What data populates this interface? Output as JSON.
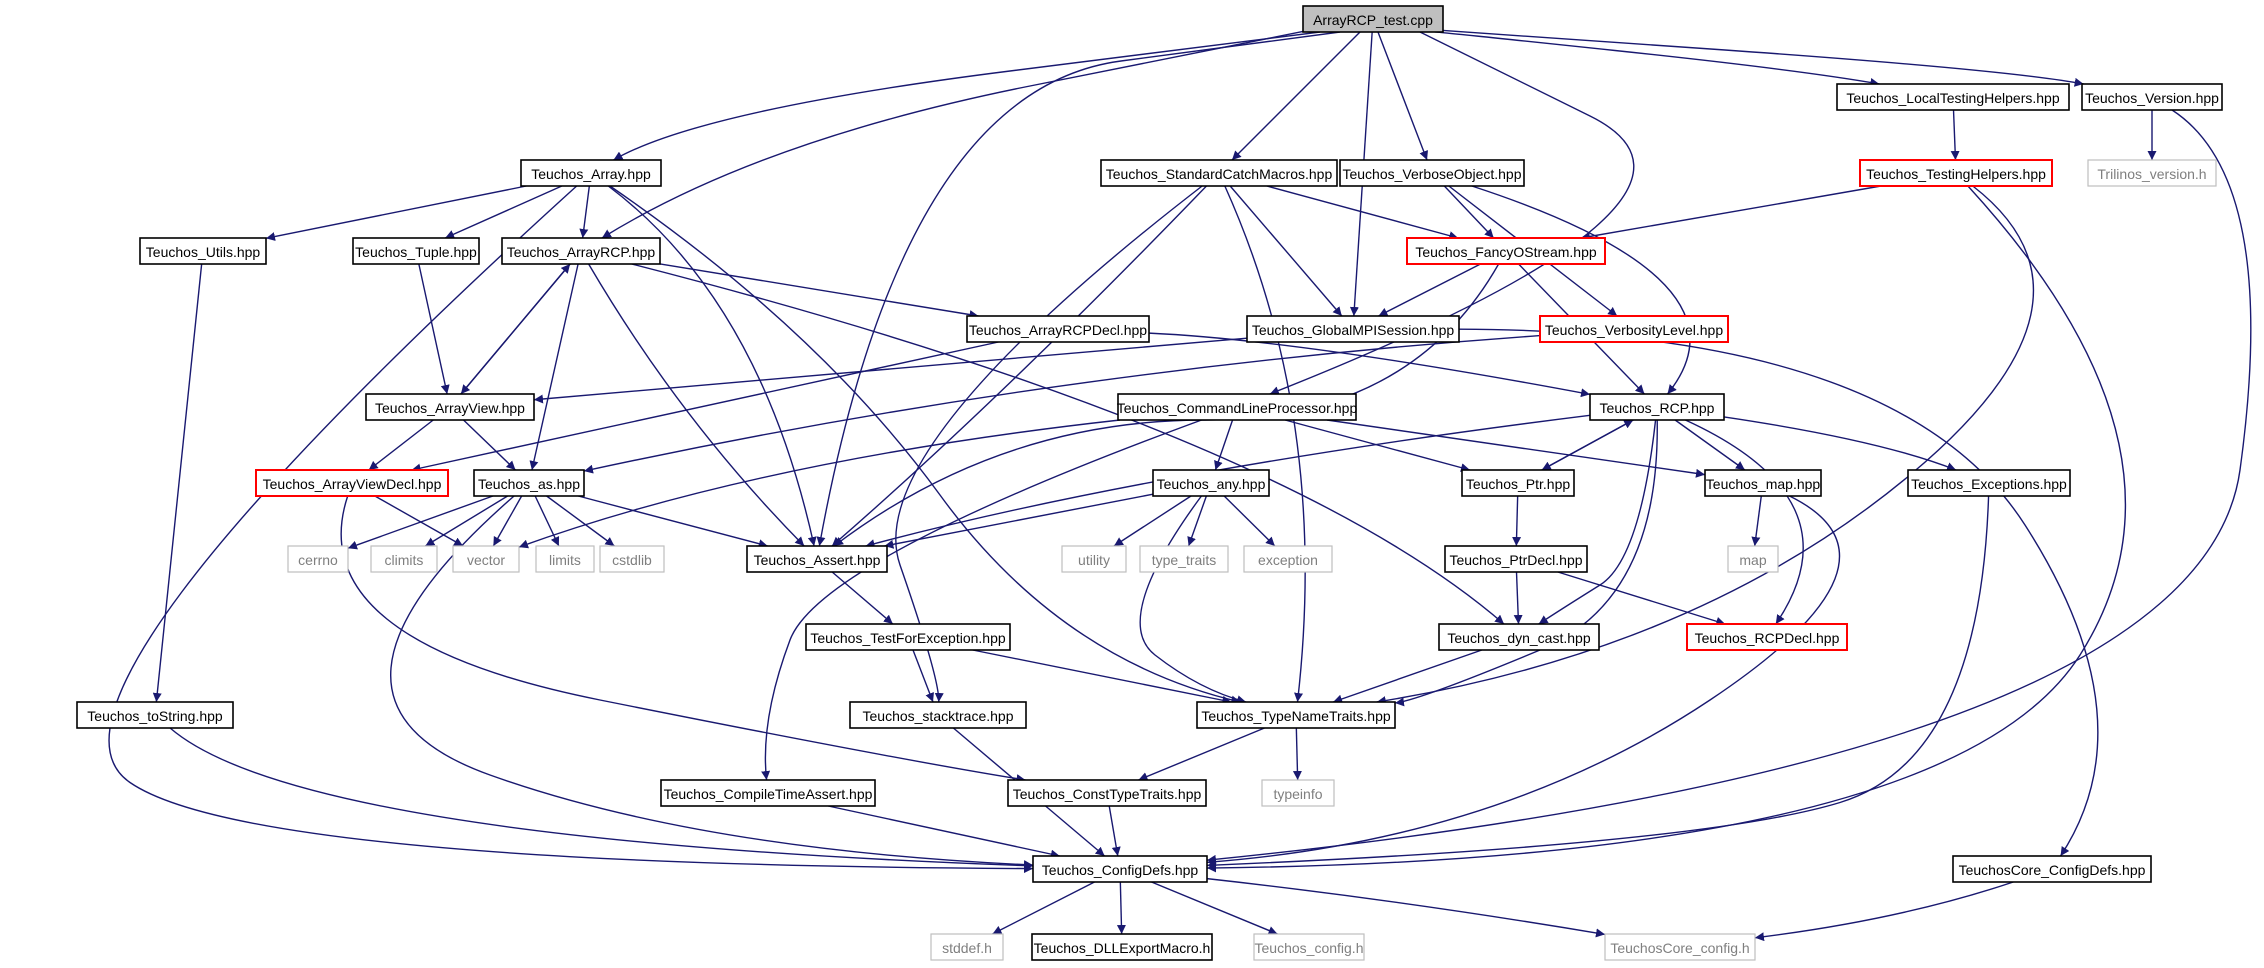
{
  "graph": {
    "title": "ArrayRCP_test.cpp",
    "colors": {
      "edge": "#191970",
      "node_border": "#000000",
      "truncated_border": "#ff0000",
      "system_border": "#bfbfbf",
      "system_text": "#7f7f7f",
      "root_fill": "#bfbfbf"
    },
    "nodes": [
      {
        "id": "root",
        "label": "ArrayRCP_test.cpp",
        "kind": "root"
      },
      {
        "id": "array",
        "label": "Teuchos_Array.hpp",
        "kind": "normal"
      },
      {
        "id": "scm",
        "label": "Teuchos_StandardCatchMacros.hpp",
        "kind": "normal"
      },
      {
        "id": "vobj",
        "label": "Teuchos_VerboseObject.hpp",
        "kind": "normal"
      },
      {
        "id": "lth",
        "label": "Teuchos_LocalTestingHelpers.hpp",
        "kind": "normal"
      },
      {
        "id": "ver",
        "label": "Teuchos_Version.hpp",
        "kind": "normal"
      },
      {
        "id": "th",
        "label": "Teuchos_TestingHelpers.hpp",
        "kind": "truncated"
      },
      {
        "id": "trilv",
        "label": "Trilinos_version.h",
        "kind": "system"
      },
      {
        "id": "utils",
        "label": "Teuchos_Utils.hpp",
        "kind": "normal"
      },
      {
        "id": "tuple",
        "label": "Teuchos_Tuple.hpp",
        "kind": "normal"
      },
      {
        "id": "arcp",
        "label": "Teuchos_ArrayRCP.hpp",
        "kind": "normal"
      },
      {
        "id": "fos",
        "label": "Teuchos_FancyOStream.hpp",
        "kind": "truncated"
      },
      {
        "id": "arcpd",
        "label": "Teuchos_ArrayRCPDecl.hpp",
        "kind": "normal"
      },
      {
        "id": "gmpi",
        "label": "Teuchos_GlobalMPISession.hpp",
        "kind": "normal"
      },
      {
        "id": "vlev",
        "label": "Teuchos_VerbosityLevel.hpp",
        "kind": "truncated"
      },
      {
        "id": "av",
        "label": "Teuchos_ArrayView.hpp",
        "kind": "normal"
      },
      {
        "id": "clp",
        "label": "Teuchos_CommandLineProcessor.hpp",
        "kind": "normal"
      },
      {
        "id": "rcp",
        "label": "Teuchos_RCP.hpp",
        "kind": "normal"
      },
      {
        "id": "avd",
        "label": "Teuchos_ArrayViewDecl.hpp",
        "kind": "truncated"
      },
      {
        "id": "as",
        "label": "Teuchos_as.hpp",
        "kind": "normal"
      },
      {
        "id": "any",
        "label": "Teuchos_any.hpp",
        "kind": "normal"
      },
      {
        "id": "ptr",
        "label": "Teuchos_Ptr.hpp",
        "kind": "normal"
      },
      {
        "id": "map",
        "label": "Teuchos_map.hpp",
        "kind": "normal"
      },
      {
        "id": "exc",
        "label": "Teuchos_Exceptions.hpp",
        "kind": "normal"
      },
      {
        "id": "cerrno",
        "label": "cerrno",
        "kind": "system"
      },
      {
        "id": "climits",
        "label": "climits",
        "kind": "system"
      },
      {
        "id": "vector",
        "label": "vector",
        "kind": "system"
      },
      {
        "id": "limits",
        "label": "limits",
        "kind": "system"
      },
      {
        "id": "cstdlib",
        "label": "cstdlib",
        "kind": "system"
      },
      {
        "id": "assert",
        "label": "Teuchos_Assert.hpp",
        "kind": "normal"
      },
      {
        "id": "utility",
        "label": "utility",
        "kind": "system"
      },
      {
        "id": "ttraits",
        "label": "type_traits",
        "kind": "system"
      },
      {
        "id": "exception",
        "label": "exception",
        "kind": "system"
      },
      {
        "id": "ptrd",
        "label": "Teuchos_PtrDecl.hpp",
        "kind": "normal"
      },
      {
        "id": "mapsys",
        "label": "map",
        "kind": "system"
      },
      {
        "id": "tfe",
        "label": "Teuchos_TestForException.hpp",
        "kind": "normal"
      },
      {
        "id": "dync",
        "label": "Teuchos_dyn_cast.hpp",
        "kind": "normal"
      },
      {
        "id": "rcpd",
        "label": "Teuchos_RCPDecl.hpp",
        "kind": "truncated"
      },
      {
        "id": "tostr",
        "label": "Teuchos_toString.hpp",
        "kind": "normal"
      },
      {
        "id": "st",
        "label": "Teuchos_stacktrace.hpp",
        "kind": "normal"
      },
      {
        "id": "tnt",
        "label": "Teuchos_TypeNameTraits.hpp",
        "kind": "normal"
      },
      {
        "id": "cta",
        "label": "Teuchos_CompileTimeAssert.hpp",
        "kind": "normal"
      },
      {
        "id": "ctt",
        "label": "Teuchos_ConstTypeTraits.hpp",
        "kind": "normal"
      },
      {
        "id": "tinfo",
        "label": "typeinfo",
        "kind": "system"
      },
      {
        "id": "cdefs",
        "label": "Teuchos_ConfigDefs.hpp",
        "kind": "normal"
      },
      {
        "id": "tccd",
        "label": "TeuchosCore_ConfigDefs.hpp",
        "kind": "normal"
      },
      {
        "id": "stddef",
        "label": "stddef.h",
        "kind": "system"
      },
      {
        "id": "dll",
        "label": "Teuchos_DLLExportMacro.h",
        "kind": "normal"
      },
      {
        "id": "tconf",
        "label": "Teuchos_config.h",
        "kind": "system"
      },
      {
        "id": "tcconf",
        "label": "TeuchosCore_config.h",
        "kind": "system"
      }
    ],
    "edges": [
      [
        "root",
        "array"
      ],
      [
        "root",
        "arcp"
      ],
      [
        "root",
        "assert"
      ],
      [
        "root",
        "scm"
      ],
      [
        "root",
        "gmpi"
      ],
      [
        "root",
        "vobj"
      ],
      [
        "root",
        "clp"
      ],
      [
        "root",
        "lth"
      ],
      [
        "root",
        "ver"
      ],
      [
        "array",
        "utils"
      ],
      [
        "array",
        "tuple"
      ],
      [
        "array",
        "arcp"
      ],
      [
        "array",
        "assert"
      ],
      [
        "array",
        "tnt"
      ],
      [
        "array",
        "cdefs"
      ],
      [
        "scm",
        "fos"
      ],
      [
        "scm",
        "gmpi"
      ],
      [
        "scm",
        "assert"
      ],
      [
        "scm",
        "st"
      ],
      [
        "scm",
        "tnt"
      ],
      [
        "vobj",
        "fos"
      ],
      [
        "vobj",
        "vlev"
      ],
      [
        "vobj",
        "rcp"
      ],
      [
        "lth",
        "th"
      ],
      [
        "ver",
        "trilv"
      ],
      [
        "ver",
        "cdefs"
      ],
      [
        "th",
        "fos"
      ],
      [
        "th",
        "tnt"
      ],
      [
        "th",
        "cdefs"
      ],
      [
        "utils",
        "tostr"
      ],
      [
        "tuple",
        "av"
      ],
      [
        "arcp",
        "av"
      ],
      [
        "arcp",
        "arcpd"
      ],
      [
        "arcp",
        "as"
      ],
      [
        "arcp",
        "assert"
      ],
      [
        "arcp",
        "dync"
      ],
      [
        "fos",
        "gmpi"
      ],
      [
        "fos",
        "rcp"
      ],
      [
        "fos",
        "assert"
      ],
      [
        "arcpd",
        "avd"
      ],
      [
        "arcpd",
        "rcp"
      ],
      [
        "gmpi",
        "av"
      ],
      [
        "gmpi",
        "tccd"
      ],
      [
        "vlev",
        "as"
      ],
      [
        "av",
        "arcp"
      ],
      [
        "av",
        "avd"
      ],
      [
        "av",
        "as"
      ],
      [
        "clp",
        "ptr"
      ],
      [
        "clp",
        "map"
      ],
      [
        "clp",
        "any"
      ],
      [
        "clp",
        "vector"
      ],
      [
        "clp",
        "cta"
      ],
      [
        "rcp",
        "ptr"
      ],
      [
        "rcp",
        "map"
      ],
      [
        "rcp",
        "exc"
      ],
      [
        "rcp",
        "assert"
      ],
      [
        "rcp",
        "dync"
      ],
      [
        "rcp",
        "tnt"
      ],
      [
        "rcp",
        "rcpd"
      ],
      [
        "avd",
        "ctt"
      ],
      [
        "avd",
        "vector"
      ],
      [
        "as",
        "cerrno"
      ],
      [
        "as",
        "climits"
      ],
      [
        "as",
        "vector"
      ],
      [
        "as",
        "limits"
      ],
      [
        "as",
        "cstdlib"
      ],
      [
        "as",
        "assert"
      ],
      [
        "as",
        "cdefs"
      ],
      [
        "any",
        "utility"
      ],
      [
        "any",
        "ttraits"
      ],
      [
        "any",
        "exception"
      ],
      [
        "any",
        "assert"
      ],
      [
        "any",
        "tnt"
      ],
      [
        "ptr",
        "ptrd"
      ],
      [
        "ptr",
        "rcp"
      ],
      [
        "map",
        "mapsys"
      ],
      [
        "map",
        "cdefs"
      ],
      [
        "exc",
        "cdefs"
      ],
      [
        "assert",
        "tfe"
      ],
      [
        "ptrd",
        "dync"
      ],
      [
        "ptrd",
        "rcpd"
      ],
      [
        "tfe",
        "st"
      ],
      [
        "tfe",
        "tnt"
      ],
      [
        "dync",
        "tnt"
      ],
      [
        "tostr",
        "cdefs"
      ],
      [
        "st",
        "cdefs"
      ],
      [
        "tnt",
        "ctt"
      ],
      [
        "tnt",
        "tinfo"
      ],
      [
        "cta",
        "cdefs"
      ],
      [
        "ctt",
        "cdefs"
      ],
      [
        "cdefs",
        "stddef"
      ],
      [
        "cdefs",
        "dll"
      ],
      [
        "cdefs",
        "tconf"
      ],
      [
        "cdefs",
        "tcconf"
      ],
      [
        "tccd",
        "tcconf"
      ]
    ]
  }
}
